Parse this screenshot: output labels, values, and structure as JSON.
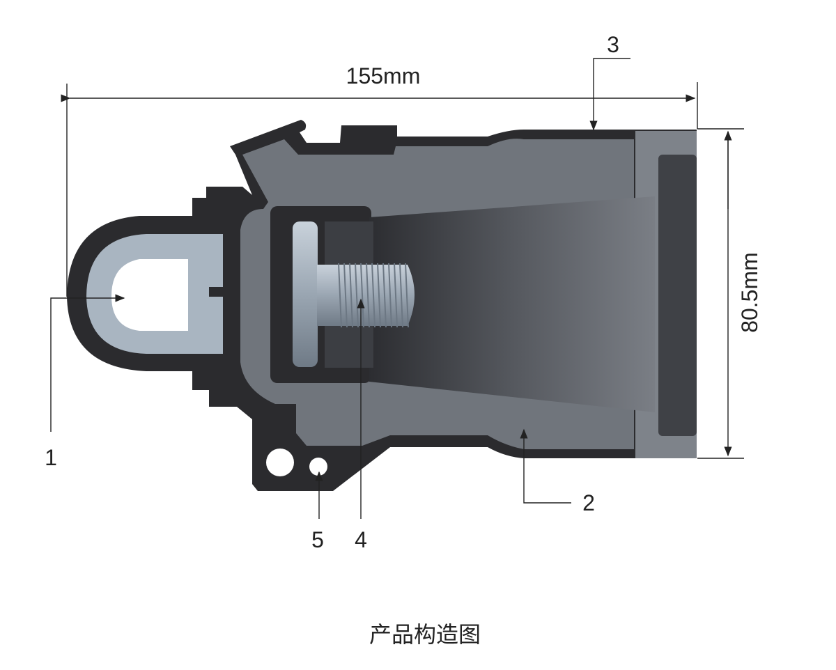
{
  "dimensions": {
    "length": "155mm",
    "height": "80.5mm"
  },
  "callouts": [
    "1",
    "2",
    "3",
    "4",
    "5"
  ],
  "caption": "产品构造图",
  "colors": {
    "outer_shell": "#2b2b2e",
    "inner_body": "#70757c",
    "eyelet": "#a9b5c1",
    "cone": "#4a4d53"
  }
}
